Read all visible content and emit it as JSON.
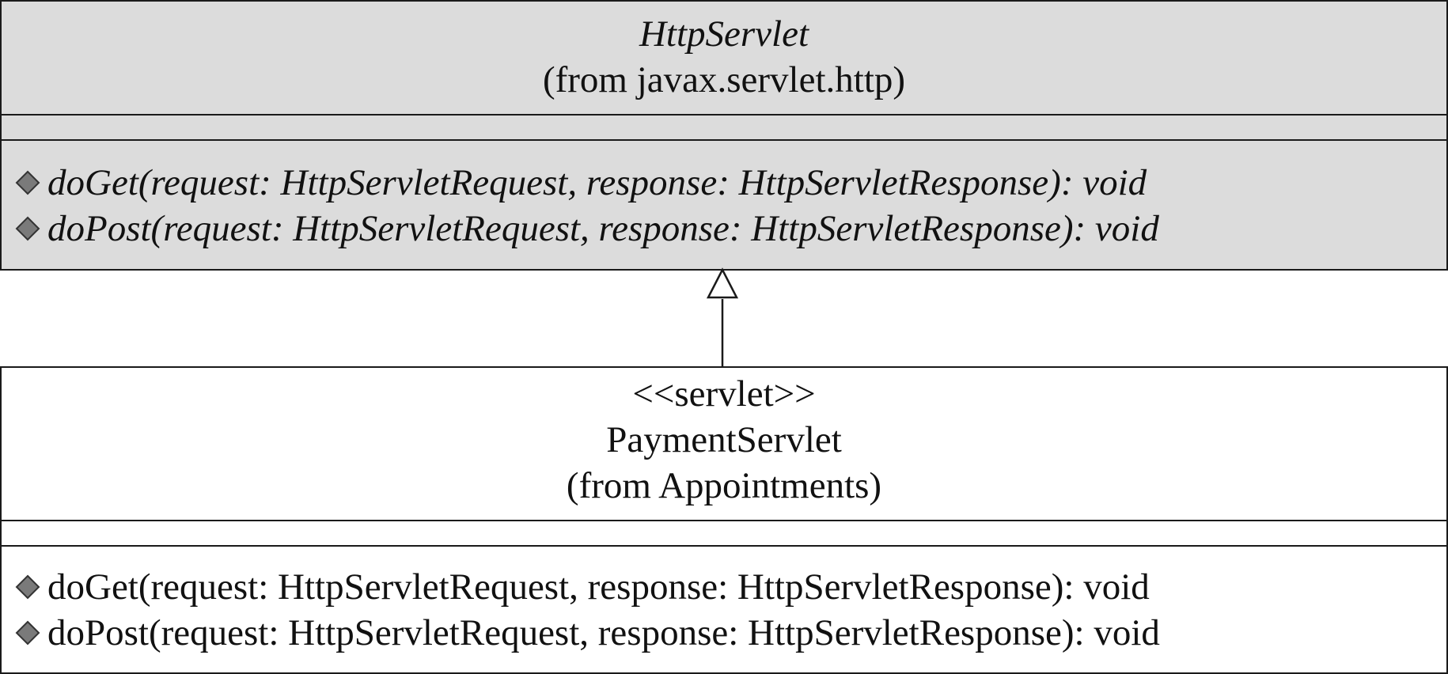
{
  "parent_class": {
    "name": "HttpServlet",
    "package": "(from javax.servlet.http)",
    "operations": [
      {
        "icon": "operation-diamond-icon",
        "text": "doGet(request: HttpServletRequest, response: HttpServletResponse): void"
      },
      {
        "icon": "operation-diamond-icon",
        "text": "doPost(request: HttpServletRequest, response: HttpServletResponse): void"
      }
    ]
  },
  "child_class": {
    "stereotype": "<<servlet>>",
    "name": "PaymentServlet",
    "package": "(from Appointments)",
    "operations": [
      {
        "icon": "operation-diamond-icon",
        "text": "doGet(request: HttpServletRequest, response: HttpServletResponse): void"
      },
      {
        "icon": "operation-diamond-icon",
        "text": "doPost(request: HttpServletRequest, response: HttpServletResponse): void"
      }
    ]
  },
  "relationship": {
    "type": "generalization",
    "arrowhead": "hollow-triangle-icon"
  },
  "colors": {
    "abstract_fill": "#dcdcdc",
    "concrete_fill": "#ffffff",
    "line": "#1a1a1a"
  }
}
